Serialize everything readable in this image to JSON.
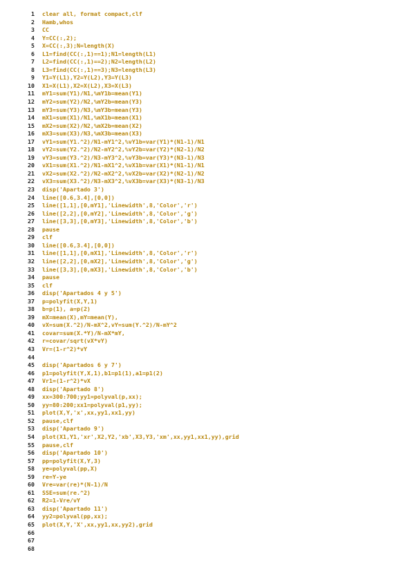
{
  "code": {
    "lines": [
      {
        "num": "1",
        "text": "clear all, format compact,clf"
      },
      {
        "num": "2",
        "text": "Hamb,whos"
      },
      {
        "num": "3",
        "text": "CC"
      },
      {
        "num": "4",
        "text": "Y=CC(:,2);"
      },
      {
        "num": "5",
        "text": "X=CC(:,3);N=length(X)"
      },
      {
        "num": "6",
        "text": "L1=find(CC(:,1)==1);N1=length(L1)"
      },
      {
        "num": "7",
        "text": "L2=find(CC(:,1)==2);N2=length(L2)"
      },
      {
        "num": "8",
        "text": "L3=find(CC(:,1)==3);N3=length(L3)"
      },
      {
        "num": "9",
        "text": "Y1=Y(L1),Y2=Y(L2),Y3=Y(L3)"
      },
      {
        "num": "10",
        "text": "X1=X(L1),X2=X(L2),X3=X(L3)"
      },
      {
        "num": "11",
        "text": "mY1=sum(Y1)/N1,%mY1b=mean(Y1)"
      },
      {
        "num": "12",
        "text": "mY2=sum(Y2)/N2,%mY2b=mean(Y3)"
      },
      {
        "num": "13",
        "text": "mY3=sum(Y3)/N3,%mY3b=mean(Y3)"
      },
      {
        "num": "14",
        "text": "mX1=sum(X1)/N1,%mX1b=mean(X1)"
      },
      {
        "num": "15",
        "text": "mX2=sum(X2)/N2,%mX2b=mean(X2)"
      },
      {
        "num": "16",
        "text": "mX3=sum(X3)/N3,%mX3b=mean(X3)"
      },
      {
        "num": "17",
        "text": "vY1=sum(Y1.^2)/N1-mY1^2,%vY1b=var(Y1)*(N1-1)/N1"
      },
      {
        "num": "18",
        "text": "vY2=sum(Y2.^2)/N2-mY2^2,%vY2b=var(Y2)*(N2-1)/N2"
      },
      {
        "num": "19",
        "text": "vY3=sum(Y3.^2)/N3-mY3^2,%vY3b=var(Y3)*(N3-1)/N3"
      },
      {
        "num": "20",
        "text": "vX1=sum(X1.^2)/N1-mX1^2,%vX1b=var(X1)*(N1-1)/N1"
      },
      {
        "num": "21",
        "text": "vX2=sum(X2.^2)/N2-mX2^2,%vX2b=var(X2)*(N2-1)/N2"
      },
      {
        "num": "22",
        "text": "vX3=sum(X3.^2)/N3-mX3^2,%vX3b=var(X3)*(N3-1)/N3"
      },
      {
        "num": "23",
        "text": "disp('Apartado 3')"
      },
      {
        "num": "24",
        "text": "line([0.6,3.4],[0,0])"
      },
      {
        "num": "25",
        "text": "line([1,1],[0,mY1],'Linewidth',8,'Color','r')"
      },
      {
        "num": "26",
        "text": "line([2,2],[0,mY2],'Linewidth',8,'Color','g')"
      },
      {
        "num": "27",
        "text": "line([3,3],[0,mY3],'Linewidth',8,'Color','b')"
      },
      {
        "num": "28",
        "text": "pause"
      },
      {
        "num": "29",
        "text": "clf"
      },
      {
        "num": "30",
        "text": "line([0.6,3.4],[0,0])"
      },
      {
        "num": "31",
        "text": "line([1,1],[0,mX1],'Linewidth',8,'Color','r')"
      },
      {
        "num": "32",
        "text": "line([2,2],[0,mX2],'Linewidth',8,'Color','g')"
      },
      {
        "num": "33",
        "text": "line([3,3],[0,mX3],'Linewidth',8,'Color','b')"
      },
      {
        "num": "34",
        "text": "pause"
      },
      {
        "num": "35",
        "text": "clf"
      },
      {
        "num": "36",
        "text": "disp('Apartados 4 y 5')"
      },
      {
        "num": "37",
        "text": "p=polyfit(X,Y,1)"
      },
      {
        "num": "38",
        "text": "b=p(1), a=p(2)"
      },
      {
        "num": "39",
        "text": "mX=mean(X),mY=mean(Y),"
      },
      {
        "num": "40",
        "text": "vX=sum(X.^2)/N-mX^2,vY=sum(Y.^2)/N-mY^2"
      },
      {
        "num": "41",
        "text": "covar=sum(X.*Y)/N-mX*mY,"
      },
      {
        "num": "42",
        "text": "r=covar/sqrt(vX*vY)"
      },
      {
        "num": "43",
        "text": "Vr=(1-r^2)*vY"
      },
      {
        "num": "44",
        "text": ""
      },
      {
        "num": "45",
        "text": "disp('Apartados 6 y 7')"
      },
      {
        "num": "46",
        "text": "p1=polyfit(Y,X,1),b1=p1(1),a1=p1(2)"
      },
      {
        "num": "47",
        "text": "Vr1=(1-r^2)*vX"
      },
      {
        "num": "48",
        "text": "disp('Apartado 8')"
      },
      {
        "num": "49",
        "text": "xx=300:700;yy1=polyval(p,xx);"
      },
      {
        "num": "50",
        "text": "yy=80:200;xx1=polyval(p1,yy);"
      },
      {
        "num": "51",
        "text": "plot(X,Y,'x',xx,yy1,xx1,yy)"
      },
      {
        "num": "52",
        "text": "pause,clf"
      },
      {
        "num": "53",
        "text": "disp('Apartado 9')"
      },
      {
        "num": "54",
        "text": "plot(X1,Y1,'xr',X2,Y2,'xb',X3,Y3,'xm',xx,yy1,xx1,yy),grid"
      },
      {
        "num": "55",
        "text": "pause,clf"
      },
      {
        "num": "56",
        "text": "disp('Apartado 10')"
      },
      {
        "num": "57",
        "text": "pp=polyfit(X,Y,3)"
      },
      {
        "num": "58",
        "text": "ye=polyval(pp,X)"
      },
      {
        "num": "59",
        "text": "re=Y-ye"
      },
      {
        "num": "60",
        "text": "Vre=var(re)*(N-1)/N"
      },
      {
        "num": "61",
        "text": "SSE=sum(re.^2)"
      },
      {
        "num": "62",
        "text": "R2=1-Vre/vY"
      },
      {
        "num": "63",
        "text": "disp('Apartado 11')"
      },
      {
        "num": "64",
        "text": "yy2=polyval(pp,xx);"
      },
      {
        "num": "65",
        "text": "plot(X,Y,'X',xx,yy1,xx,yy2),grid"
      },
      {
        "num": "66",
        "text": ""
      },
      {
        "num": "67",
        "text": ""
      },
      {
        "num": "68",
        "text": ""
      }
    ]
  }
}
